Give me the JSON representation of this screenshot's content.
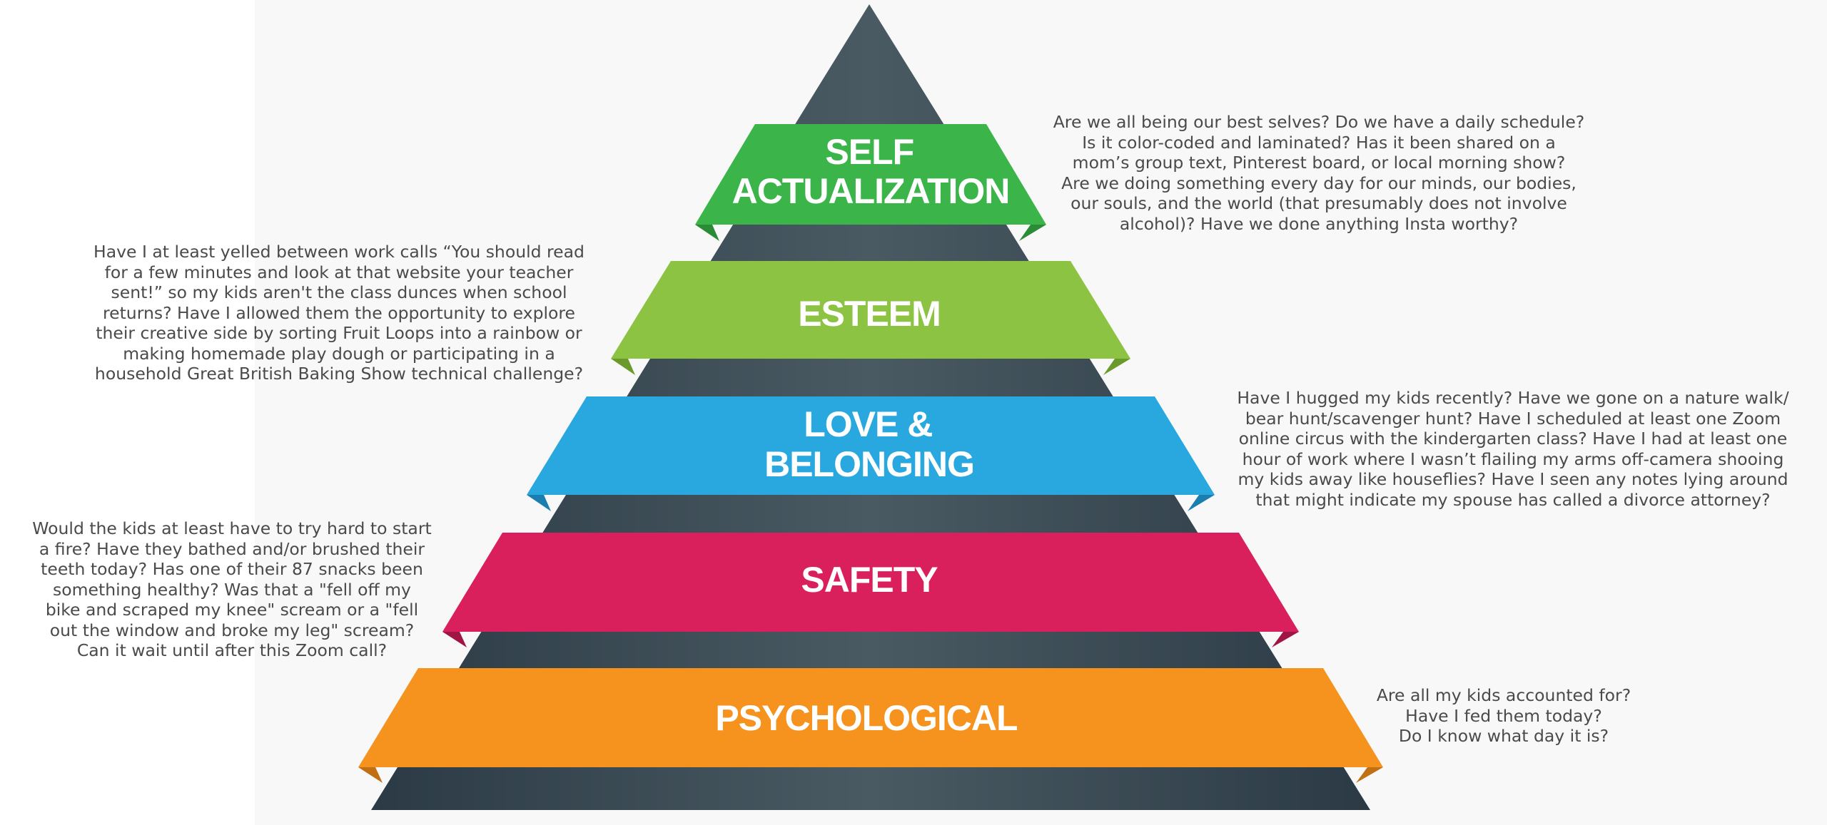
{
  "diagram": {
    "levels": [
      {
        "id": "self-actualization",
        "label_lines": [
          "SELF",
          "ACTUALIZATION"
        ],
        "color": "#3bb44a",
        "fold_color": "#2a8c36",
        "description": "Are we all being our best selves? Do we have a daily schedule?\nIs it color-coded and laminated? Has it been shared on a\nmom’s group text, Pinterest board, or local morning show?\nAre we doing something every day for our minds, our bodies,\nour souls, and the world (that presumably does not involve\nalcohol)? Have we done anything Insta worthy?"
      },
      {
        "id": "esteem",
        "label_lines": [
          "ESTEEM"
        ],
        "color": "#8dc342",
        "fold_color": "#6b9a2c",
        "description": "Have I at least yelled between work calls “You should read\nfor a few minutes and look at that website your teacher\nsent!” so my kids aren't the class dunces when school\nreturns? Have I allowed them the opportunity to explore\ntheir creative side by sorting Fruit Loops into a rainbow or\nmaking homemade play dough or participating in a\nhousehold Great British Baking Show technical challenge?"
      },
      {
        "id": "love-belonging",
        "label_lines": [
          "LOVE &",
          "BELONGING"
        ],
        "color": "#29a8e0",
        "fold_color": "#1a7fb0",
        "description": "Have I hugged my kids recently? Have we gone on a nature walk/\nbear hunt/scavenger hunt? Have I scheduled at least one Zoom\nonline circus with the kindergarten class? Have I had at least one\nhour of work where I wasn’t flailing my arms off-camera shooing\nmy kids away like houseflies? Have I seen any notes lying around\nthat might indicate my spouse has called a divorce attorney?"
      },
      {
        "id": "safety",
        "label_lines": [
          "SAFETY"
        ],
        "color": "#d91f5c",
        "fold_color": "#a11544",
        "description": "Would the kids at least have to try hard to start\na fire? Have they bathed and/or brushed their\nteeth today? Has one of their 87 snacks been\nsomething healthy? Was that a \"fell off my\nbike and scraped my knee\" scream or a \"fell\nout the window and broke my leg\" scream?\nCan it wait until after this Zoom call?"
      },
      {
        "id": "psychological",
        "label_lines": [
          "PSYCHOLOGICAL"
        ],
        "color": "#f6921e",
        "fold_color": "#c06f12",
        "description": "Are all my kids accounted for?\nHave I fed them today?\nDo I know what day it is?"
      }
    ],
    "pyramid_color": "#334550"
  }
}
